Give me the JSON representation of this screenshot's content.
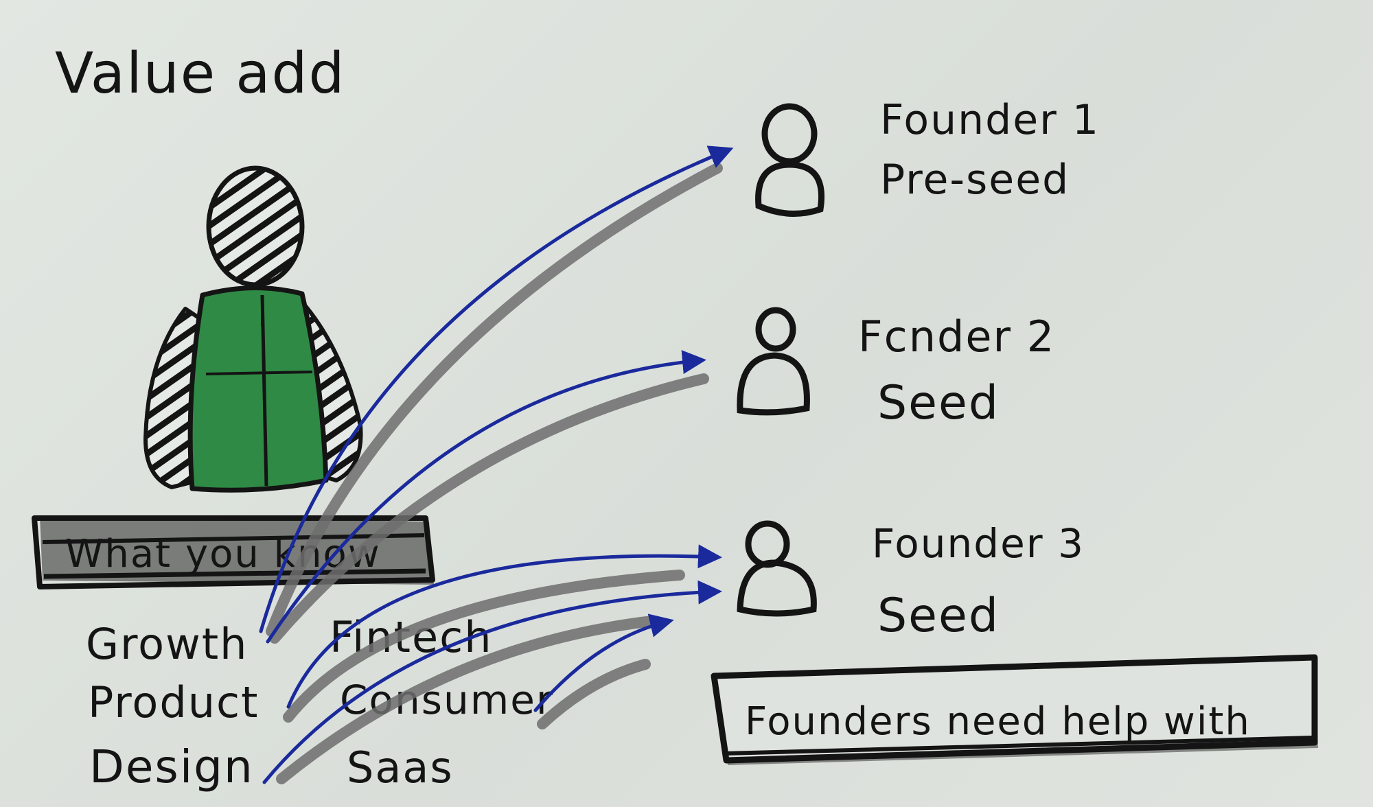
{
  "title": "Value add",
  "you_label": "What you know",
  "skills": [
    "Growth",
    "Product",
    "Design"
  ],
  "sectors": [
    "Fintech",
    "Consumer",
    "Saas"
  ],
  "founders": [
    {
      "name": "Founder 1",
      "stage": "Pre-seed"
    },
    {
      "name": "Fcnder 2",
      "stage": "Seed"
    },
    {
      "name": "Founder 3",
      "stage": "Seed"
    }
  ],
  "needs_label": "Founders need help with",
  "colors": {
    "ink": "#141414",
    "arrow": "#1a2a9c",
    "shadow": "#6e6e6e",
    "vest": "#2f8a45"
  }
}
